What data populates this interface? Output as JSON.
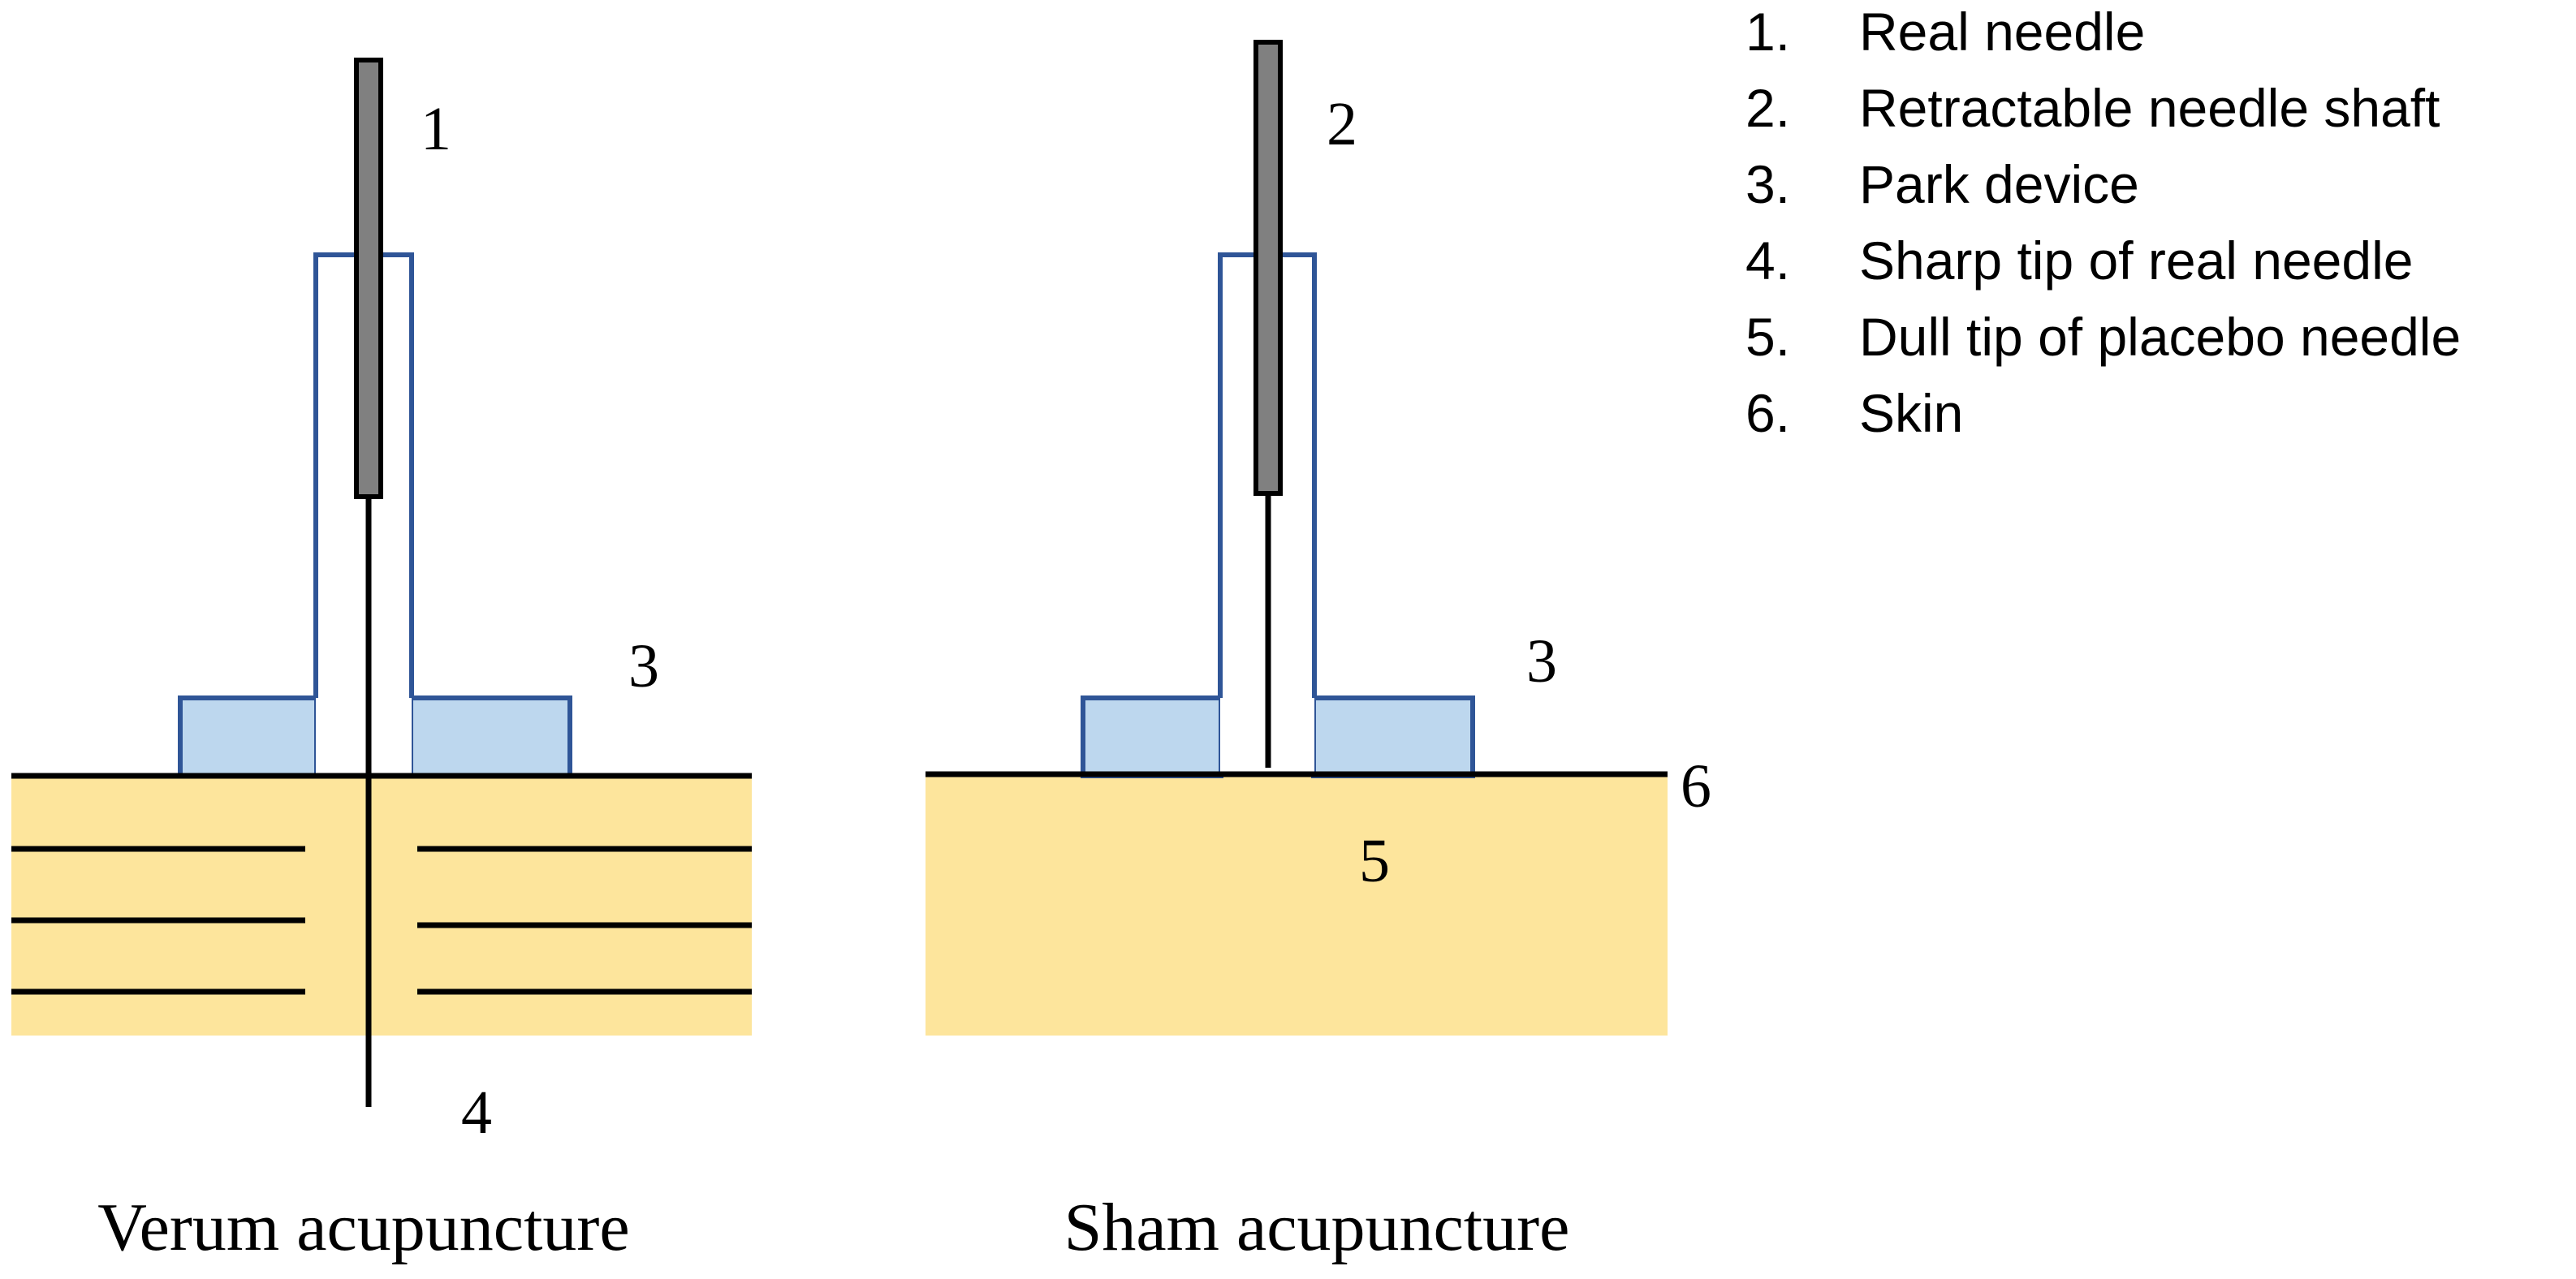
{
  "colors": {
    "skin": "#FDE59C",
    "device_fill": "#BDD7EE",
    "device_outline": "#2F5597",
    "needle_handle": "#808080",
    "line": "#000000"
  },
  "verum": {
    "caption": "Verum acupuncture",
    "label_needle": "1",
    "label_device": "3",
    "label_tip": "4"
  },
  "sham": {
    "caption": "Sham acupuncture",
    "label_needle": "2",
    "label_device": "3",
    "label_tip": "5",
    "label_skin": "6"
  },
  "legend": {
    "items": [
      {
        "num": "1.",
        "text": "Real needle"
      },
      {
        "num": "2.",
        "text": "Retractable needle shaft"
      },
      {
        "num": "3.",
        "text": "Park device"
      },
      {
        "num": "4.",
        "text": "Sharp tip of real needle"
      },
      {
        "num": "5.",
        "text": "Dull tip of placebo needle"
      },
      {
        "num": "6.",
        "text": "Skin"
      }
    ]
  }
}
